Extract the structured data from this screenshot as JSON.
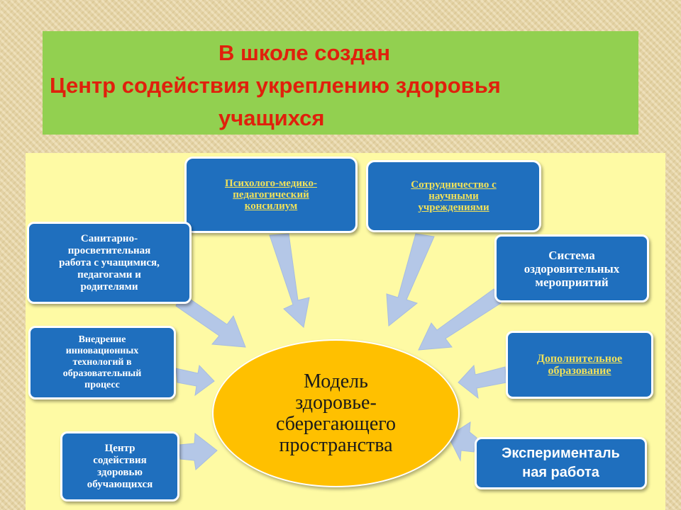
{
  "title": {
    "line1": "В школе создан",
    "line2": "Центр содействия укреплению здоровья",
    "line3": "учащихся"
  },
  "center": {
    "text": "Модель\nздоровье-\nсберегающего\nпространства"
  },
  "boxes": {
    "psych": "Психолого-медико-\nпедагогический\nконсилиум",
    "science": "Сотрудничество с\nнаучными\nучреждениями",
    "sanitary": "Санитарно-\nпросветительная\nработа с учащимися,\nпедагогами и\nродителями",
    "system": "Система\nоздоровительных\nмероприятий",
    "innov": "Внедрение\nинновационных\nтехнологий в\nобразовательный\nпроцесс",
    "extra": "Дополнительное\nобразование",
    "center_health": "Центр\nсодействия\nздоровью\nобучающихся",
    "experiment": "Эксперименталь\nная работа"
  },
  "colors": {
    "banner": "#92d050",
    "title_text": "#e0200c",
    "panel": "#fefaa4",
    "box": "#1f6fbe",
    "link_text": "#f0e15a",
    "ellipse": "#ffc000",
    "arrow": "#b4c7e7"
  }
}
